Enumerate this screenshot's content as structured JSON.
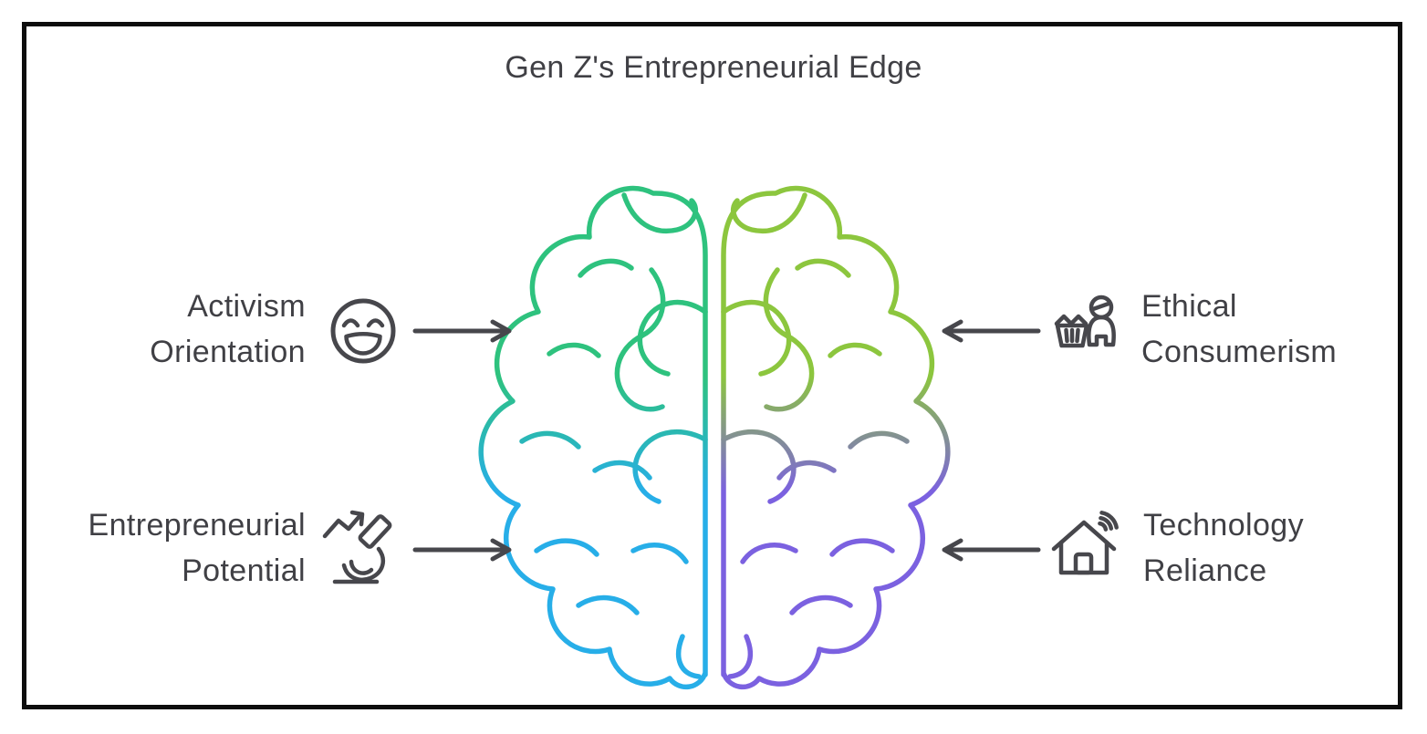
{
  "title": "Gen Z's Entrepreneurial Edge",
  "items": [
    {
      "line1": "Activism",
      "line2": "Orientation",
      "icon": "laughing-face-icon",
      "side": "left"
    },
    {
      "line1": "Entrepreneurial",
      "line2": "Potential",
      "icon": "microscope-growth-icon",
      "side": "left"
    },
    {
      "line1": "Ethical",
      "line2": "Consumerism",
      "icon": "shopper-basket-icon",
      "side": "right"
    },
    {
      "line1": "Technology",
      "line2": "Reliance",
      "icon": "smart-home-wifi-icon",
      "side": "right"
    }
  ],
  "brain": {
    "left_top": "#2EC27E",
    "left_bottom": "#27AEE8",
    "right_top": "#8CC63E",
    "right_bottom": "#7B61E0"
  },
  "text_color": "#404045",
  "arrow_color": "#47474C",
  "frame_color": "#0D0D0D"
}
